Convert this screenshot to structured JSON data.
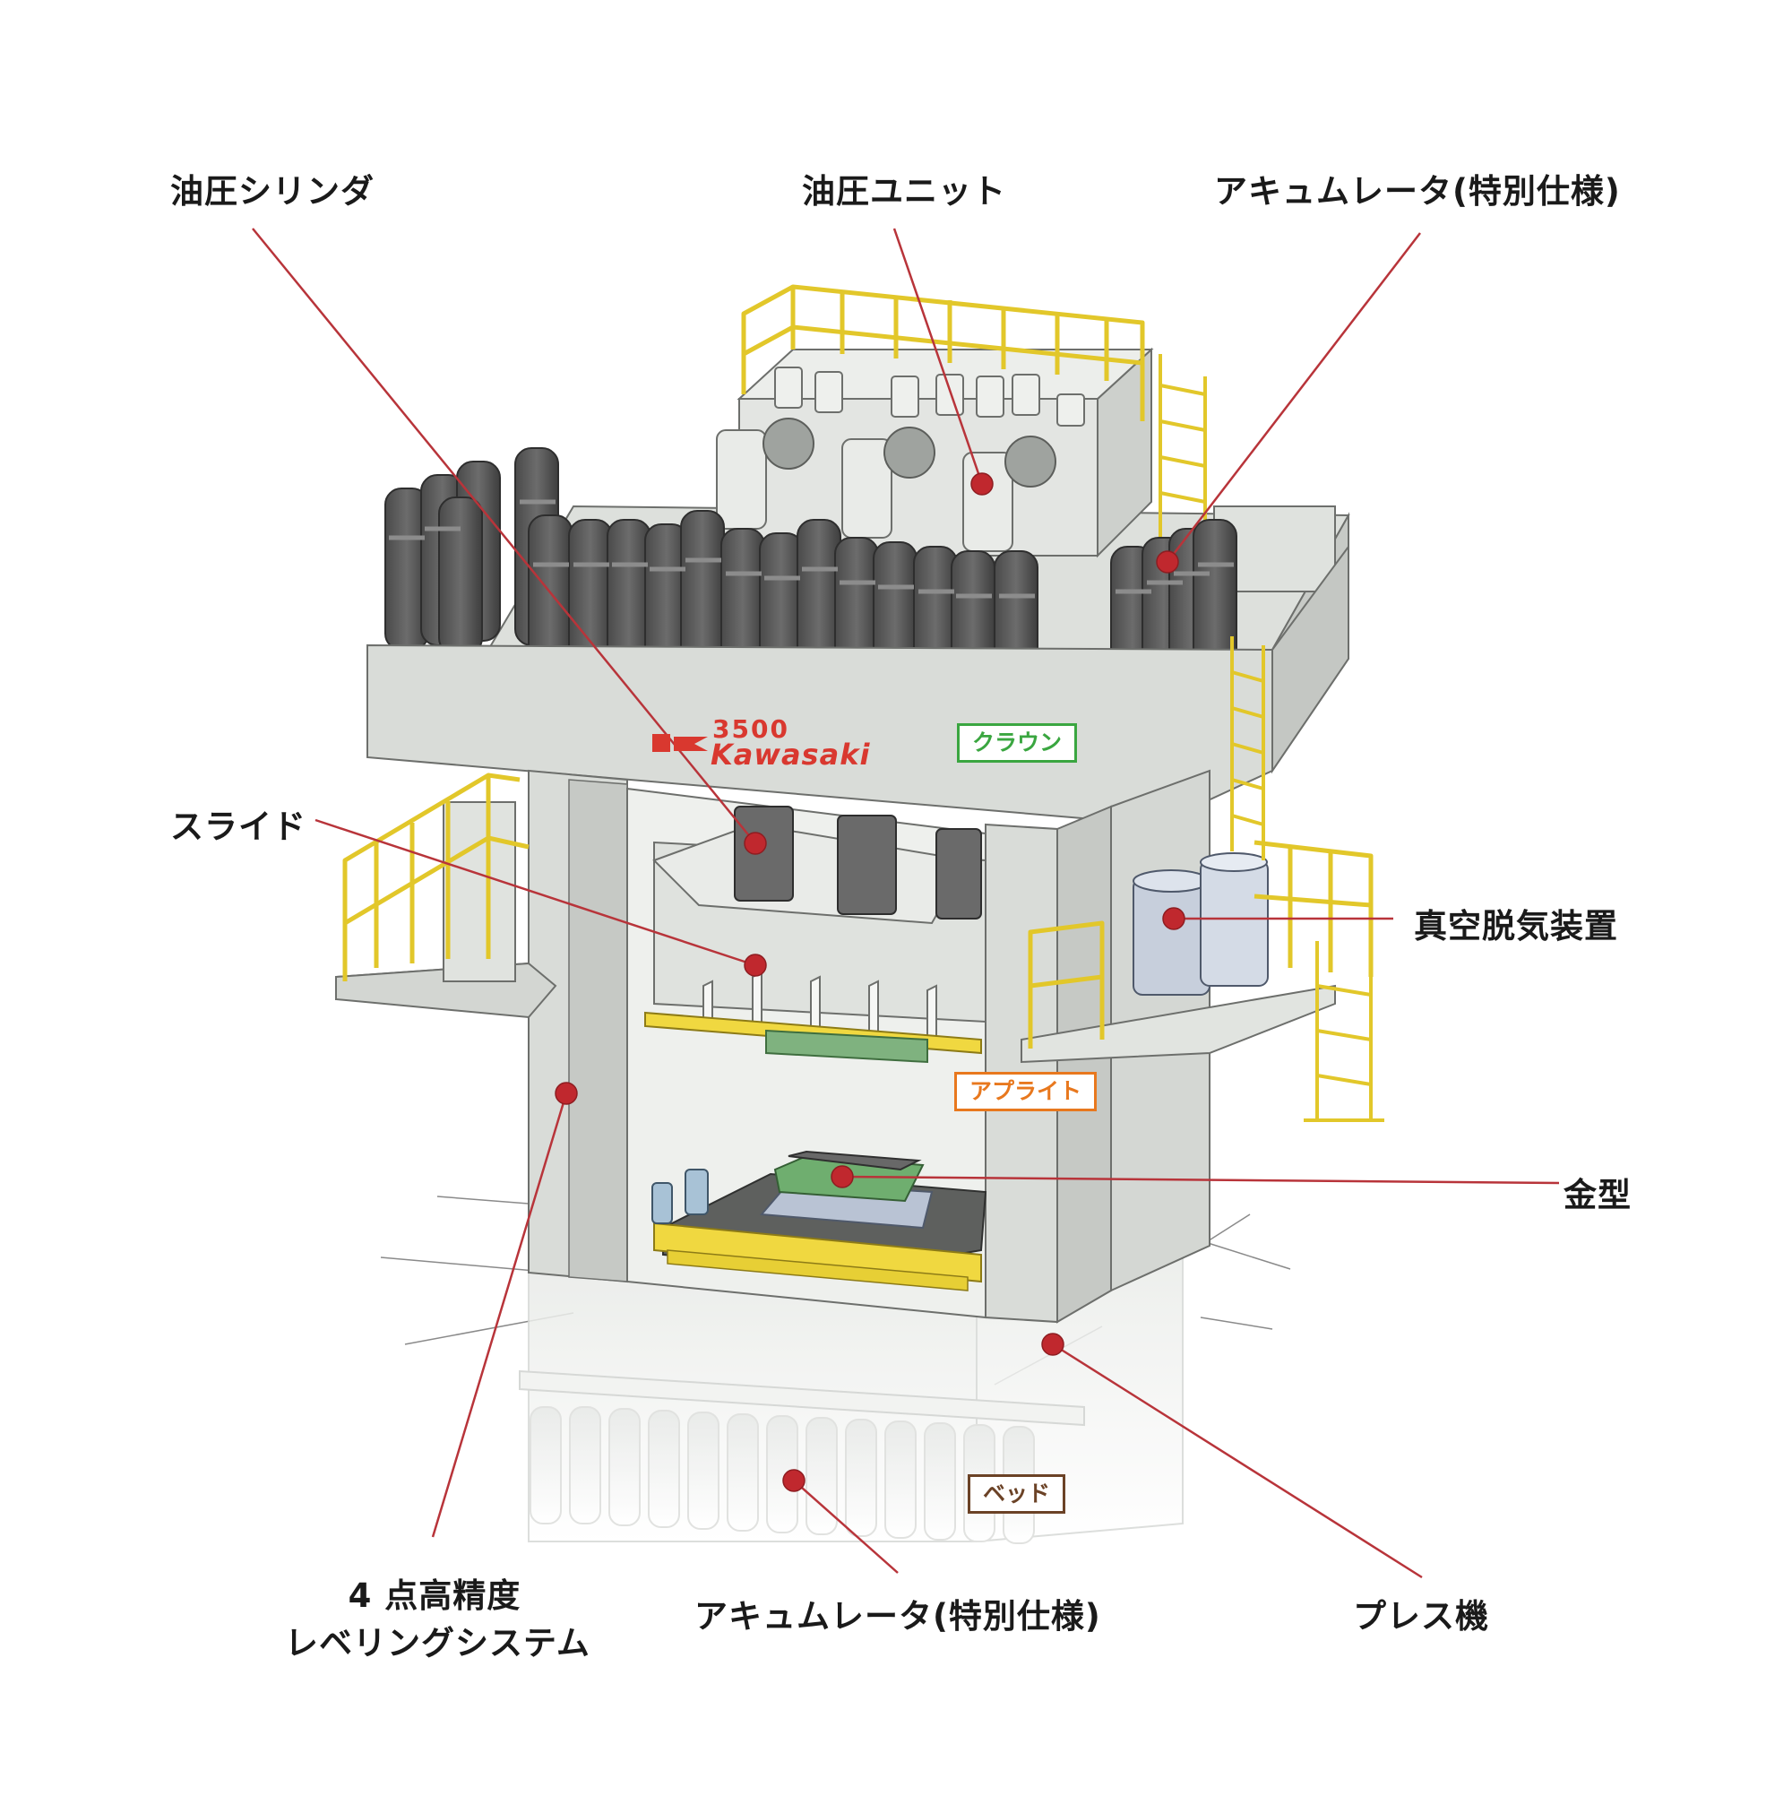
{
  "labels": {
    "hydraulic_cylinder": "油圧シリンダ",
    "hydraulic_unit": "油圧ユニット",
    "accumulator_top": "アキュムレータ(特別仕様)",
    "slide": "スライド",
    "vacuum_degassing": "真空脱気装置",
    "die": "金型",
    "leveling_line1": "4 点高精度",
    "leveling_line2": "レベリングシステム",
    "accumulator_bottom": "アキュムレータ(特別仕様)",
    "press_machine": "プレス機"
  },
  "tags": {
    "crown": "クラウン",
    "upright": "アプライト",
    "bed": "ベッド"
  },
  "logo": {
    "capacity": "3500",
    "brand": "Kawasaki"
  },
  "colors": {
    "leader": "#b8343a",
    "marker": "#c0282e",
    "crown_tag": "#3aa640",
    "upright_tag": "#e8781e",
    "bed_tag": "#6b4226",
    "logo": "#d9382f",
    "frame": "#d9dcd8",
    "railing": "#f0dc3a",
    "accumulator": "#5e5e5e"
  }
}
